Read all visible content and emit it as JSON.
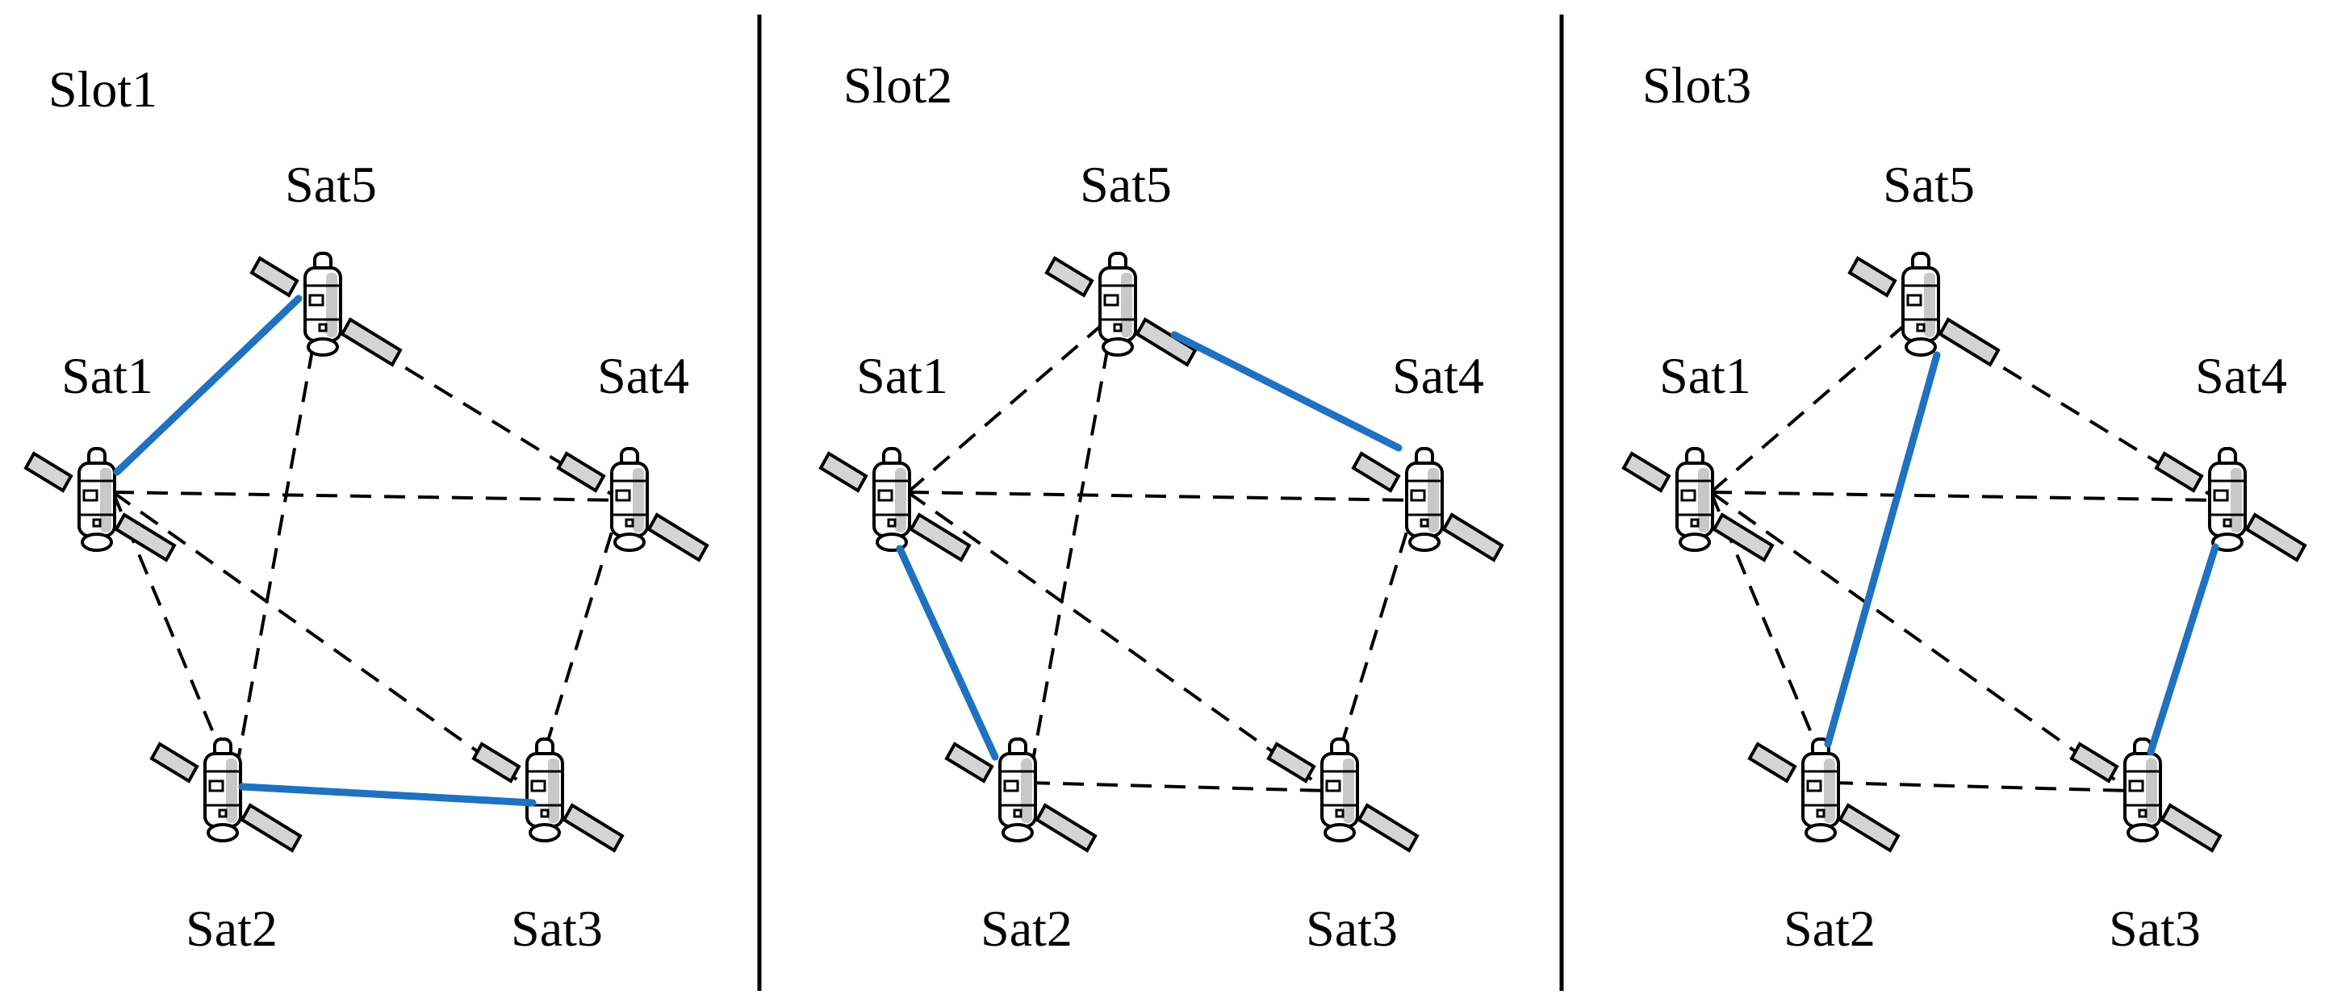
{
  "colors": {
    "active_link": "#1f72c0",
    "inactive_link": "#000000"
  },
  "slots": [
    {
      "id": "slot1",
      "title": "Slot1",
      "satellites": [
        {
          "id": "sat5",
          "label": "Sat5"
        },
        {
          "id": "sat1",
          "label": "Sat1"
        },
        {
          "id": "sat4",
          "label": "Sat4"
        },
        {
          "id": "sat2",
          "label": "Sat2"
        },
        {
          "id": "sat3",
          "label": "Sat3"
        }
      ],
      "active_links": [
        [
          "sat1",
          "sat5"
        ],
        [
          "sat2",
          "sat3"
        ]
      ]
    },
    {
      "id": "slot2",
      "title": "Slot2",
      "satellites": [
        {
          "id": "sat5",
          "label": "Sat5"
        },
        {
          "id": "sat1",
          "label": "Sat1"
        },
        {
          "id": "sat4",
          "label": "Sat4"
        },
        {
          "id": "sat2",
          "label": "Sat2"
        },
        {
          "id": "sat3",
          "label": "Sat3"
        }
      ],
      "active_links": [
        [
          "sat5",
          "sat4"
        ],
        [
          "sat1",
          "sat2"
        ]
      ]
    },
    {
      "id": "slot3",
      "title": "Slot3",
      "satellites": [
        {
          "id": "sat5",
          "label": "Sat5"
        },
        {
          "id": "sat1",
          "label": "Sat1"
        },
        {
          "id": "sat4",
          "label": "Sat4"
        },
        {
          "id": "sat2",
          "label": "Sat2"
        },
        {
          "id": "sat3",
          "label": "Sat3"
        }
      ],
      "active_links": [
        [
          "sat5",
          "sat2"
        ],
        [
          "sat4",
          "sat3"
        ]
      ]
    }
  ],
  "links": [
    [
      "sat1",
      "sat5"
    ],
    [
      "sat5",
      "sat4"
    ],
    [
      "sat1",
      "sat4"
    ],
    [
      "sat1",
      "sat2"
    ],
    [
      "sat1",
      "sat3"
    ],
    [
      "sat5",
      "sat2"
    ],
    [
      "sat4",
      "sat3"
    ],
    [
      "sat2",
      "sat3"
    ]
  ]
}
